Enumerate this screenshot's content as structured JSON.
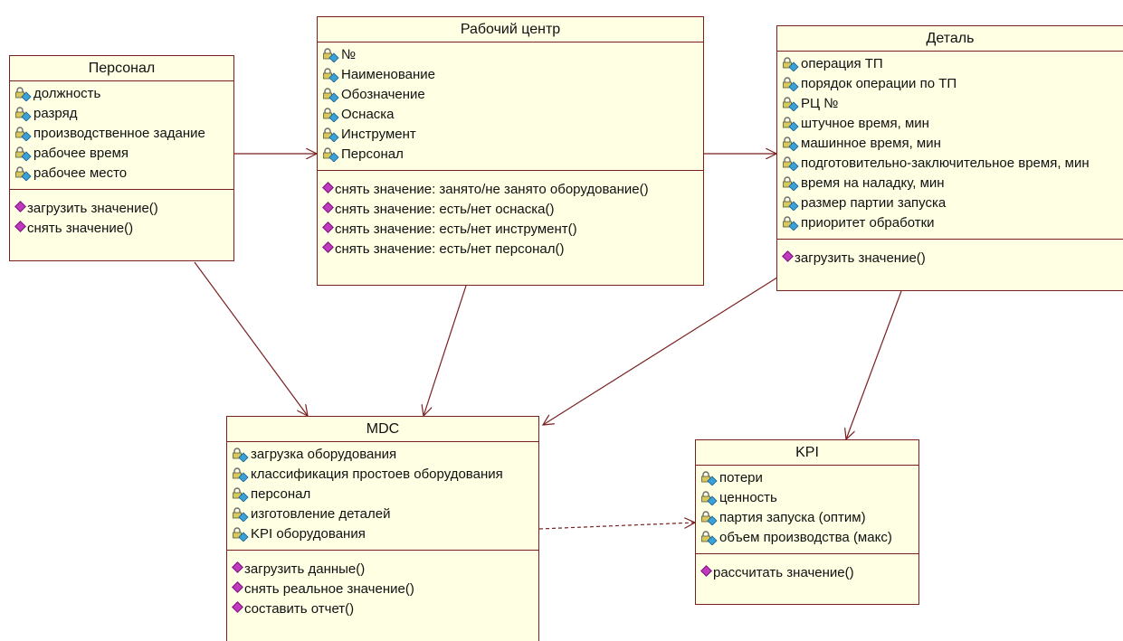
{
  "classes": {
    "personal": {
      "name": "Персонал",
      "attributes": [
        "должность",
        "разряд",
        "производственное задание",
        "рабочее время",
        "рабочее место"
      ],
      "operations": [
        "загрузить значение()",
        "снять значение()"
      ]
    },
    "work_center": {
      "name": "Рабочий центр",
      "attributes": [
        "№",
        "Наименование",
        "Обозначение",
        "Оснаска",
        "Инструмент",
        "Персонал"
      ],
      "operations": [
        "снять значение: занято/не занято оборудование()",
        "снять значение: есть/нет оснаска()",
        "снять значение: есть/нет инструмент()",
        "снять значение: есть/нет персонал()"
      ]
    },
    "detail": {
      "name": "Деталь",
      "attributes": [
        "операция ТП",
        "порядок операции по ТП",
        "РЦ №",
        "штучное время, мин",
        "машинное время, мин",
        "подготовительно-заключительное время, мин",
        "время на наладку, мин",
        "размер партии запуска",
        "приоритет обработки"
      ],
      "operations": [
        "загрузить значение()"
      ]
    },
    "mdc": {
      "name": "MDC",
      "attributes": [
        "загрузка оборудования",
        "классификация простоев оборудования",
        "персонал",
        "изготовление деталей",
        "KPI оборудования"
      ],
      "operations": [
        "загрузить данные()",
        "снять реальное значение()",
        "составить отчет()"
      ]
    },
    "kpi": {
      "name": "KPI",
      "attributes": [
        "потери",
        "ценность",
        "партия запуска (оптим)",
        "объем производства (макс)"
      ],
      "operations": [
        "рассчитать значение()"
      ]
    }
  },
  "colors": {
    "class_fill": "#ffffe3",
    "class_border": "#7a1f1f",
    "connector": "#7a1f1f",
    "operation_marker": "#c03ac0",
    "attribute_marker": "#3aa0d8"
  },
  "icons": {
    "attribute": "lock-attribute-icon",
    "operation": "operation-diamond-icon"
  }
}
